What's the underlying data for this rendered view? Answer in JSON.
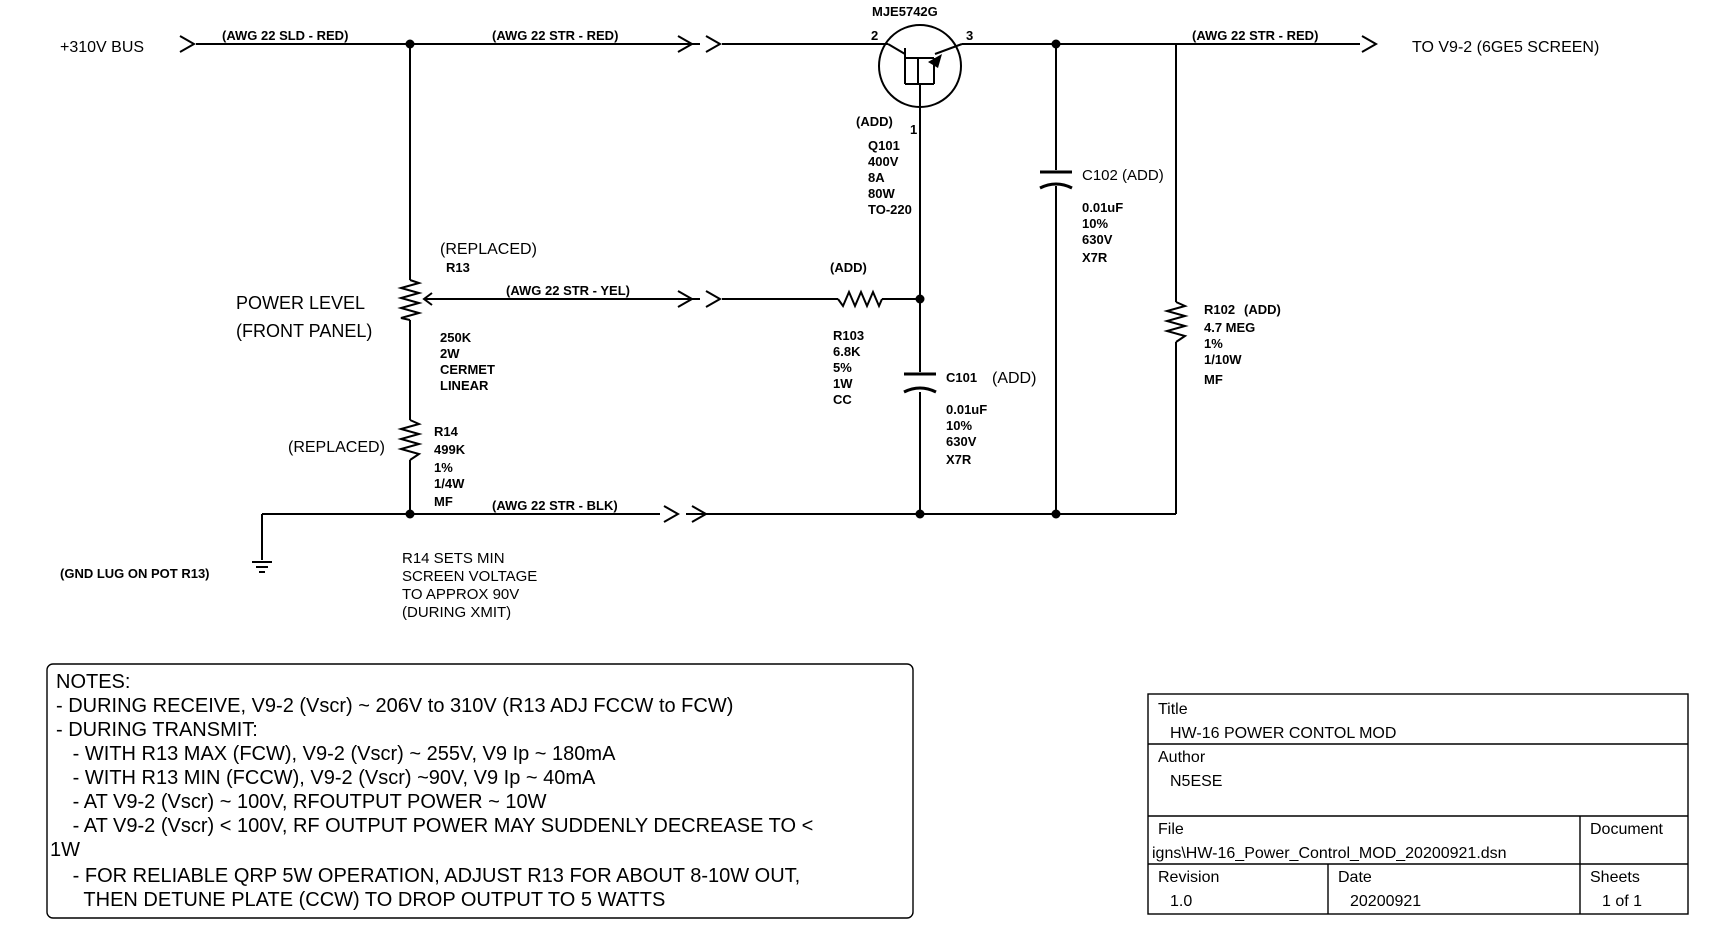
{
  "nets": {
    "bus_in": "+310V BUS",
    "out": "TO V9-2 (6GE5 SCREEN)",
    "gnd": "(GND LUG ON POT R13)"
  },
  "wires": {
    "sld_red": "(AWG 22 SLD - RED)",
    "str_red_1": "(AWG 22 STR - RED)",
    "str_red_2": "(AWG 22 STR - RED)",
    "str_yel": "(AWG 22 STR - YEL)",
    "str_blk": "(AWG 22 STR - BLK)"
  },
  "q101": {
    "part": "MJE5742G",
    "pin_left": "2",
    "pin_right": "3",
    "pin_base": "1",
    "note": "(ADD)",
    "specs": [
      "Q101",
      "400V",
      "8A",
      "80W",
      "TO-220"
    ]
  },
  "r13": {
    "note": "(REPLACED)",
    "ref": "R13",
    "label": [
      "POWER LEVEL",
      "(FRONT PANEL)"
    ],
    "specs": [
      "250K",
      "2W",
      "CERMET",
      "LINEAR"
    ]
  },
  "r14": {
    "note": "(REPLACED)",
    "specs": [
      "R14",
      "499K",
      "1%",
      "1/4W",
      "MF"
    ]
  },
  "r103": {
    "note": "(ADD)",
    "specs": [
      "R103",
      "6.8K",
      "5%",
      "1W",
      "CC"
    ]
  },
  "c101": {
    "ref": "C101",
    "note": "(ADD)",
    "specs": [
      "0.01uF",
      "10%",
      "630V",
      "X7R"
    ]
  },
  "c102": {
    "ref": "C102 (ADD)",
    "specs": [
      "0.01uF",
      "10%",
      "630V",
      "X7R"
    ]
  },
  "r102": {
    "ref": "R102",
    "note": "(ADD)",
    "specs": [
      "4.7 MEG",
      "1%",
      "1/10W",
      "MF"
    ]
  },
  "r14_note": [
    "R14 SETS MIN",
    "SCREEN VOLTAGE",
    "TO APPROX 90V",
    "(DURING XMIT)"
  ],
  "notes": [
    "NOTES:",
    "- DURING RECEIVE, V9-2 (Vscr) ~ 206V to 310V (R13 ADJ FCCW to FCW)",
    "- DURING TRANSMIT:",
    "   - WITH R13 MAX (FCW), V9-2 (Vscr) ~ 255V, V9 Ip ~ 180mA",
    "   - WITH R13 MIN (FCCW), V9-2 (Vscr) ~90V, V9 Ip ~ 40mA",
    "   - AT V9-2 (Vscr) ~ 100V, RFOUTPUT POWER ~ 10W",
    "   - AT V9-2 (Vscr) < 100V, RF OUTPUT POWER MAY SUDDENLY DECREASE TO <",
    "1W",
    "   - FOR RELIABLE QRP 5W OPERATION, ADJUST R13 FOR ABOUT 8-10W OUT,",
    "     THEN DETUNE PLATE (CCW) TO DROP OUTPUT TO 5 WATTS"
  ],
  "title_block": {
    "title_label": "Title",
    "title": "HW-16 POWER CONTOL MOD",
    "author_label": "Author",
    "author": "N5ESE",
    "file_label": "File",
    "file": "igns\\HW-16_Power_Control_MOD_20200921.dsn",
    "document_label": "Document",
    "revision_label": "Revision",
    "revision": "1.0",
    "date_label": "Date",
    "date": "20200921",
    "sheets_label": "Sheets",
    "sheets": "1 of 1"
  }
}
